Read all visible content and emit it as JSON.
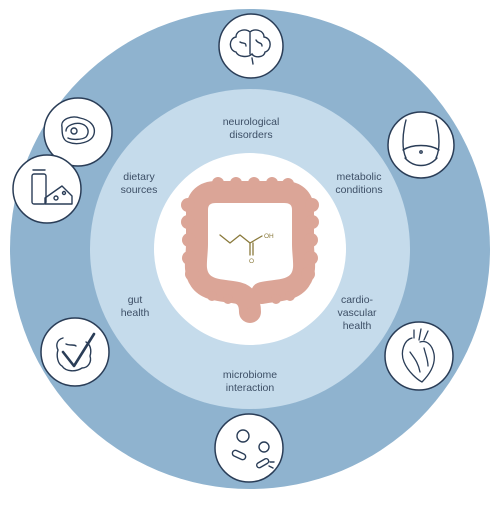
{
  "colors": {
    "outer_ring": "#8fb3cf",
    "middle_ring": "#c5dbeb",
    "center": "#ffffff",
    "colon": "#dba597",
    "icon_stroke": "#2a3d57",
    "molecule": "#8a7a3c",
    "label_text": "#3d4f66"
  },
  "center": {
    "organ": "colon-icon",
    "molecule": "butyrate-structure",
    "atom_labels": {
      "oh": "OH",
      "o": "O"
    }
  },
  "topics": [
    {
      "id": "neurological",
      "lines": [
        "neurological",
        "disorders"
      ],
      "icon": "brain-icon"
    },
    {
      "id": "metabolic",
      "lines": [
        "metabolic",
        "conditions"
      ],
      "icon": "belly-icon"
    },
    {
      "id": "cardiovascular",
      "lines": [
        "cardio-",
        "vascular",
        "health"
      ],
      "icon": "heart-icon"
    },
    {
      "id": "microbiome",
      "lines": [
        "microbiome",
        "interaction"
      ],
      "icon": "bacteria-icon"
    },
    {
      "id": "gut",
      "lines": [
        "gut",
        "health"
      ],
      "icon": "gut-check-icon"
    },
    {
      "id": "dietary",
      "lines": [
        "dietary",
        "sources"
      ],
      "icon": "steak-icon"
    }
  ],
  "extra_icons": [
    "dairy-icon"
  ]
}
